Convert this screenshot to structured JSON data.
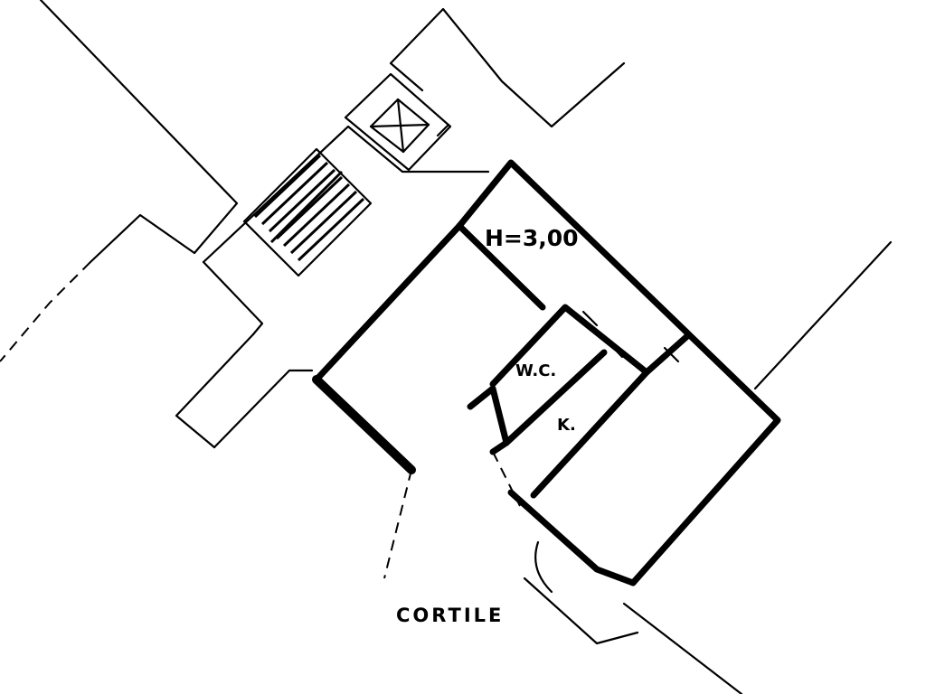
{
  "labels": {
    "height": "H=3,00",
    "wc": "W.C.",
    "k": "K.",
    "courtyard": "CORTILE"
  },
  "colors": {
    "ink": "#000000",
    "paper": "#ffffff"
  }
}
